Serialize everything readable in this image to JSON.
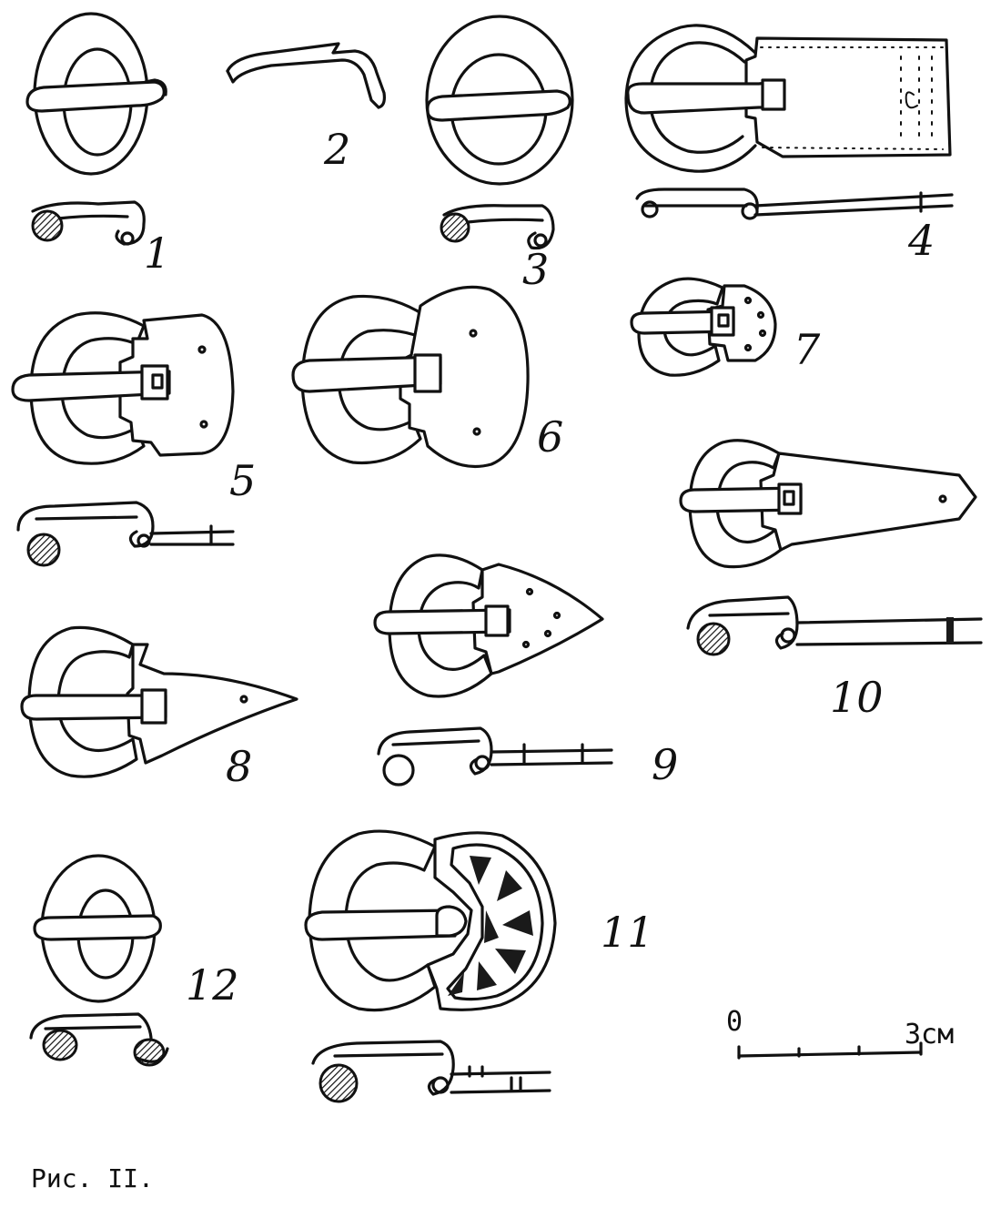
{
  "figure": {
    "caption": "Рис. II.",
    "scale_bar": {
      "start_label": "0",
      "end_label": "3см"
    },
    "items": [
      {
        "number": "1"
      },
      {
        "number": "2"
      },
      {
        "number": "3"
      },
      {
        "number": "4"
      },
      {
        "number": "5"
      },
      {
        "number": "6"
      },
      {
        "number": "7"
      },
      {
        "number": "8"
      },
      {
        "number": "9"
      },
      {
        "number": "10"
      },
      {
        "number": "11"
      },
      {
        "number": "12"
      }
    ]
  }
}
